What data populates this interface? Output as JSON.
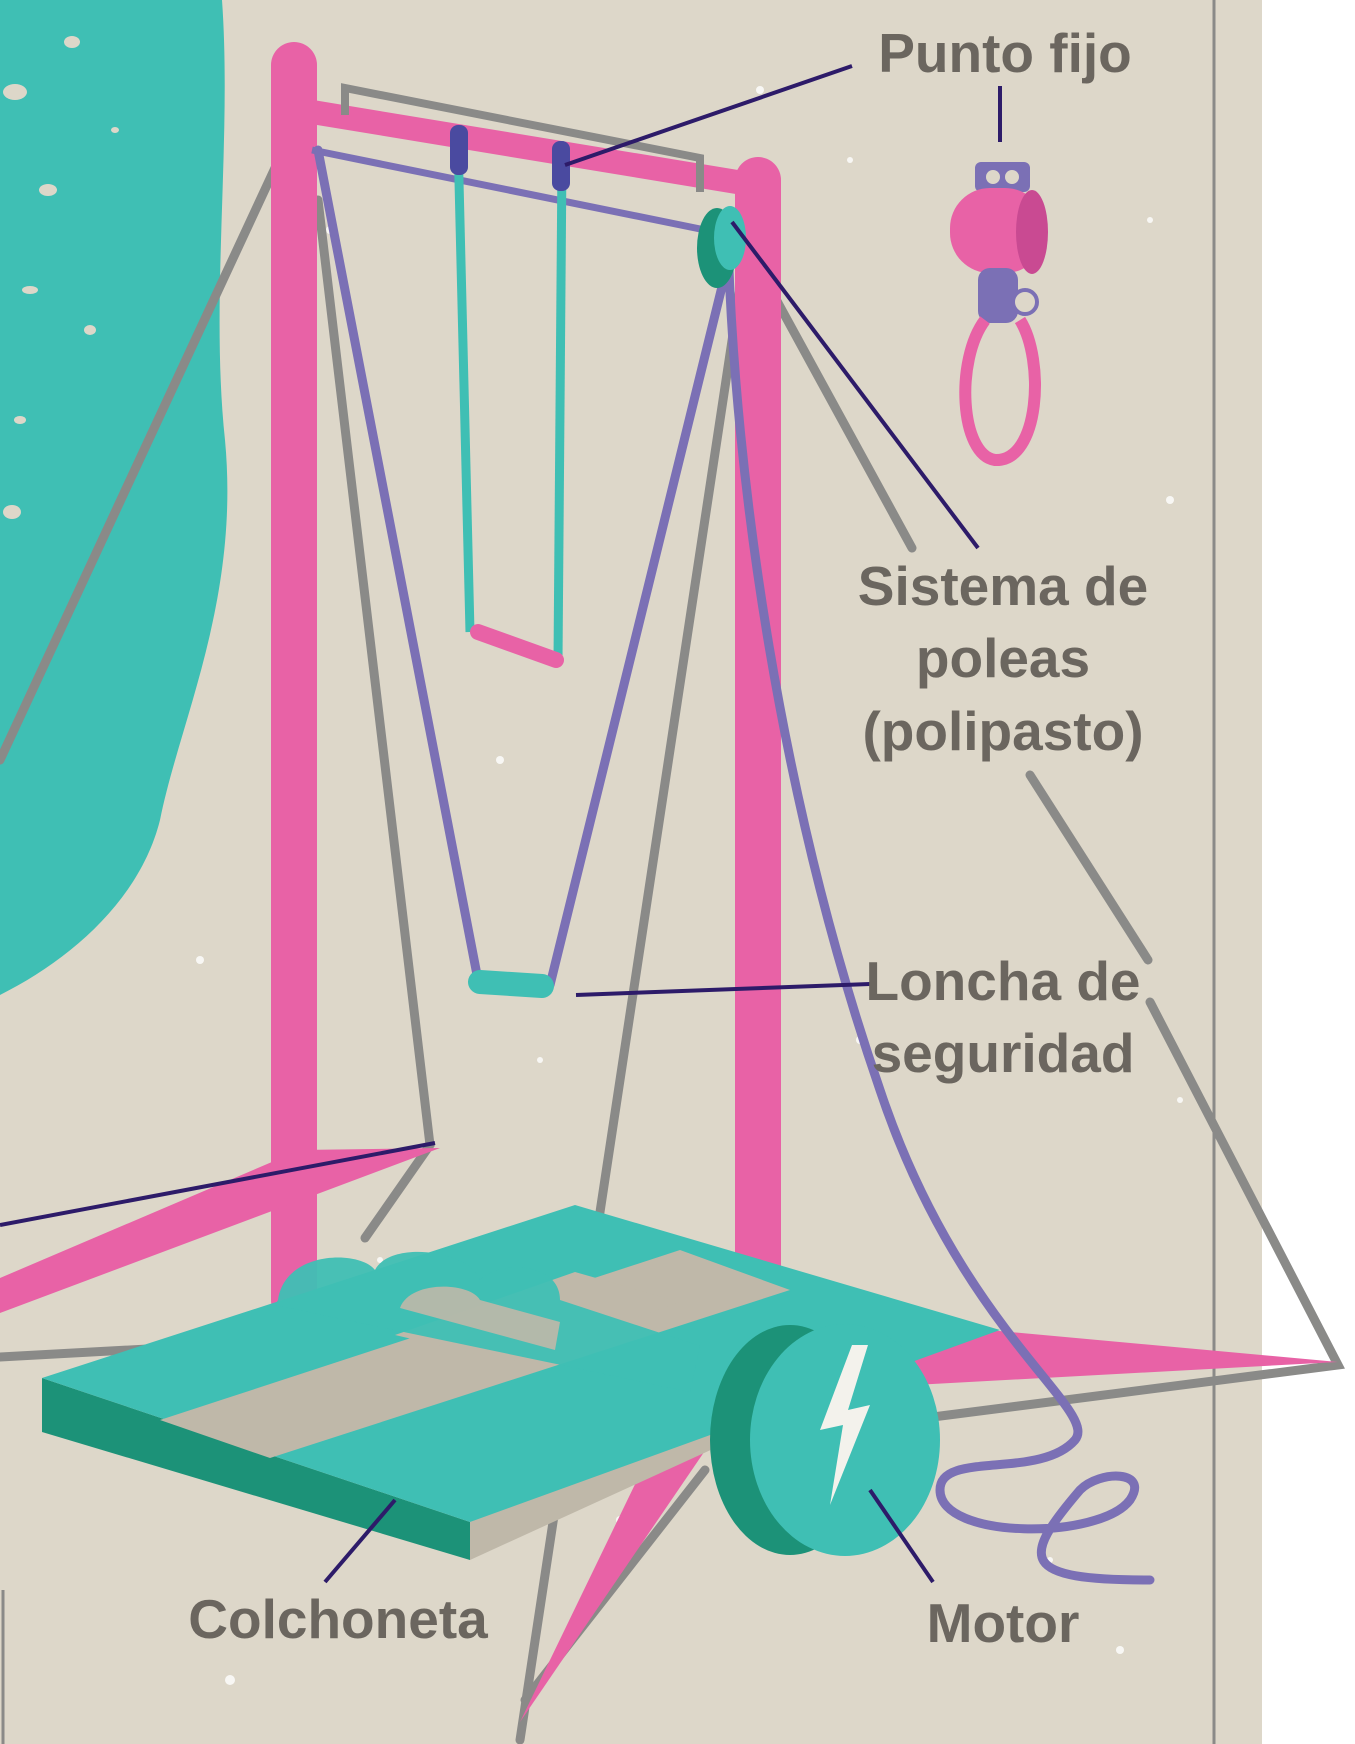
{
  "labels": {
    "fixed_point": "Punto fijo",
    "pulley_line1": "Sistema de",
    "pulley_line2": "poleas",
    "pulley_line3": "(polipasto)",
    "safety_line1": "Loncha de",
    "safety_line2": "seguridad",
    "mat": "Colchoneta",
    "motor": "Motor"
  },
  "colors": {
    "background": "#ddd7c9",
    "teal": "#3fbfb4",
    "dark_teal": "#1c9278",
    "pink": "#e862a6",
    "purple": "#7b70b5",
    "gray": "#8a8a88",
    "navy": "#2d1b69",
    "label": "#6b665f",
    "mat_beige": "#bfb8a9"
  },
  "icons": [
    "carabiner-icon",
    "lightning-icon"
  ]
}
